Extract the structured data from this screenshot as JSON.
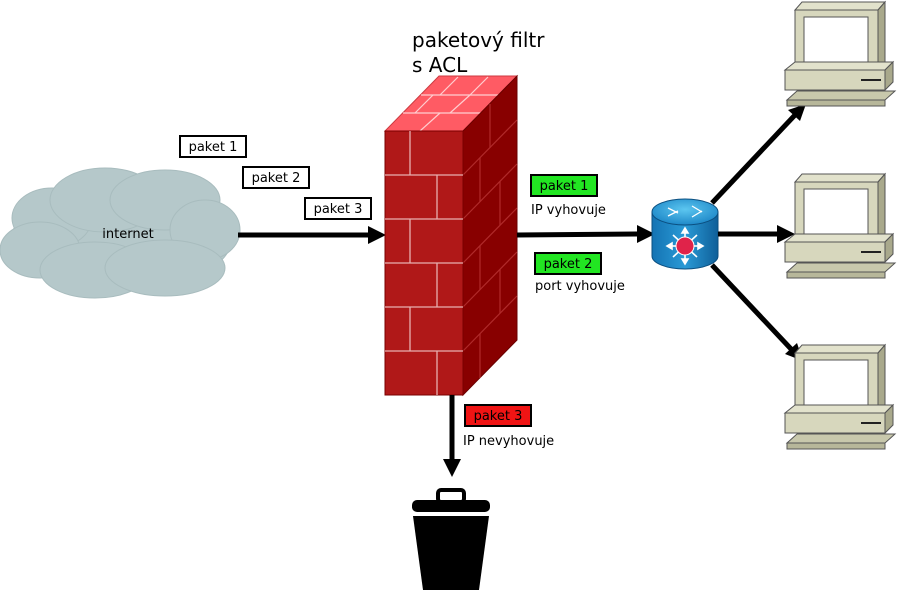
{
  "title": {
    "line1": "paketový filtr",
    "line2": "s ACL"
  },
  "cloud": {
    "label": "internet"
  },
  "incoming_packets": [
    {
      "label": "paket 1"
    },
    {
      "label": "paket 2"
    },
    {
      "label": "paket 3"
    }
  ],
  "accepted": [
    {
      "label": "paket 1",
      "reason": "IP vyhovuje",
      "color": "#22e622"
    },
    {
      "label": "paket 2",
      "reason": "port vyhovuje",
      "color": "#22e622"
    }
  ],
  "rejected": {
    "label": "paket 3",
    "reason": "IP nevyhovuje",
    "color": "#f01414"
  },
  "icons": {
    "firewall": "brick-firewall-icon",
    "switch": "layer3-switch-icon",
    "computer": "desktop-computer-icon",
    "trash": "trash-bin-icon",
    "cloud": "cloud-icon"
  }
}
